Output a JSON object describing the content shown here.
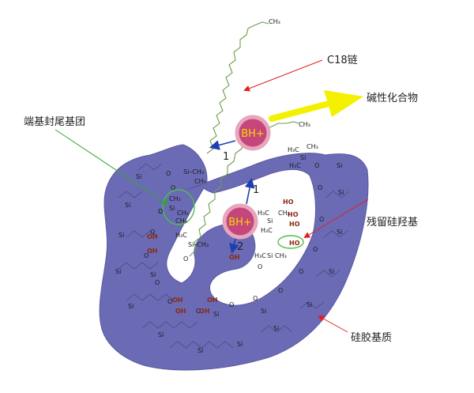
{
  "labels": {
    "c18_chain": "C18链",
    "basic_compound": "碱性化合物",
    "end_capping": "端基封尾基团",
    "residual_silanol": "残留硅羟基",
    "silica_matrix": "硅胶基质"
  },
  "chem": {
    "ch3": "CH₃",
    "h3c": "H₃C",
    "si": "Si",
    "o": "O",
    "oh": "OH",
    "ho": "HO",
    "si_ch3": "Si–CH₃"
  },
  "ions": {
    "bh_top": "BH+",
    "bh_bottom": "BH+"
  },
  "steps": {
    "step_top": "1",
    "step_mid": "1",
    "step_bottom": "2"
  },
  "colors": {
    "silica": "#6b6ab5",
    "silica_dark": "#3e3d7a",
    "chain": "#6f9f4a",
    "endcap_circle": "#4cbf4c",
    "bh_ring": "#e0688f",
    "bh_fill": "#c5467a",
    "bh_text": "#f5d800",
    "big_arrow": "#f5f000",
    "callout_red": "#e02020",
    "callout_green": "#2ea82e",
    "blue_arrow": "#1f3fb0",
    "oh_text": "#8a2a0f"
  }
}
